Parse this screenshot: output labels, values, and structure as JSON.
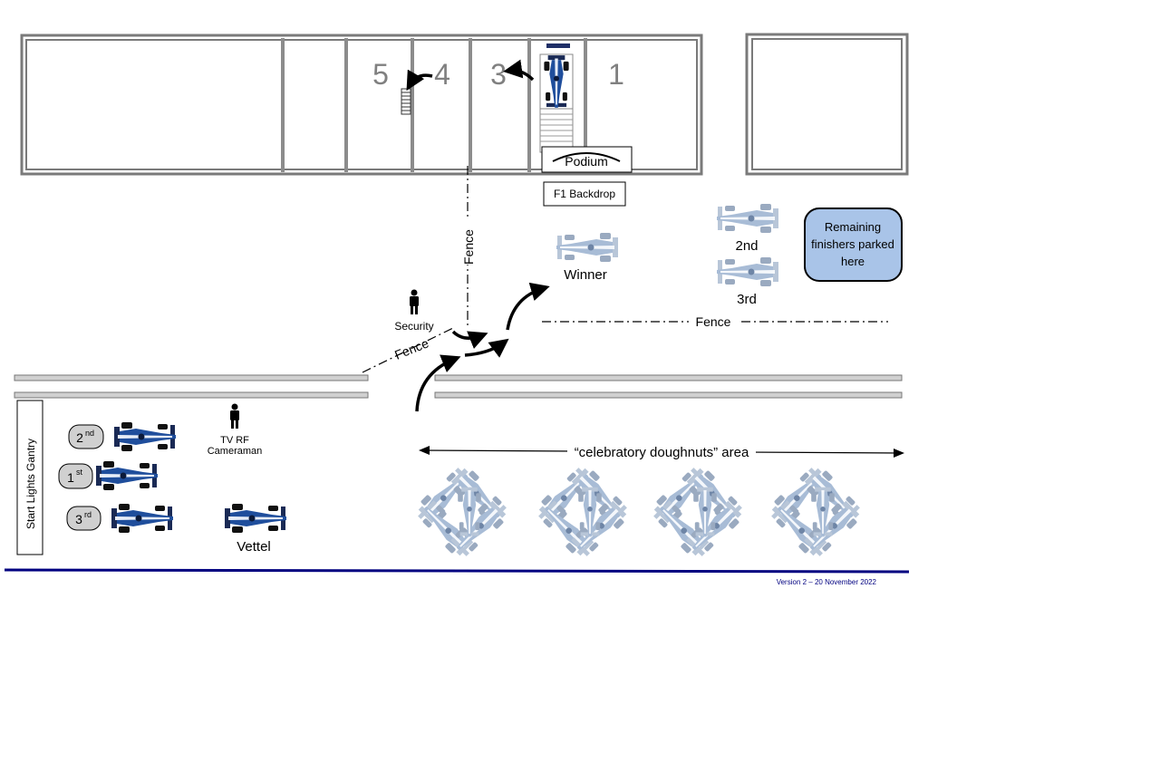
{
  "garages": [
    "5",
    "4",
    "3",
    "1"
  ],
  "podium_label": "Podium",
  "backdrop_label": "F1 Backdrop",
  "fence_label": "Fence",
  "winner_label": "Winner",
  "second_label": "2nd",
  "third_label": "3rd",
  "remaining_note": [
    "Remaining",
    "finishers parked",
    "here"
  ],
  "security_label": "Security",
  "camera_label": [
    "TV RF",
    "Cameraman"
  ],
  "gantry_label": "Start Lights Gantry",
  "grid_positions": [
    {
      "num": "2",
      "sup": "nd"
    },
    {
      "num": "1",
      "sup": "st"
    },
    {
      "num": "3",
      "sup": "rd"
    }
  ],
  "vettel_label": "Vettel",
  "doughnuts_label": "“celebratory doughnuts” area",
  "version_text": "Version 2 – 20 November 2022",
  "colors": {
    "note_fill": "#a9c4e8",
    "rule_blue": "#000080",
    "car_blue": "#1f4e9c",
    "car_light": "#a8bcd6"
  }
}
